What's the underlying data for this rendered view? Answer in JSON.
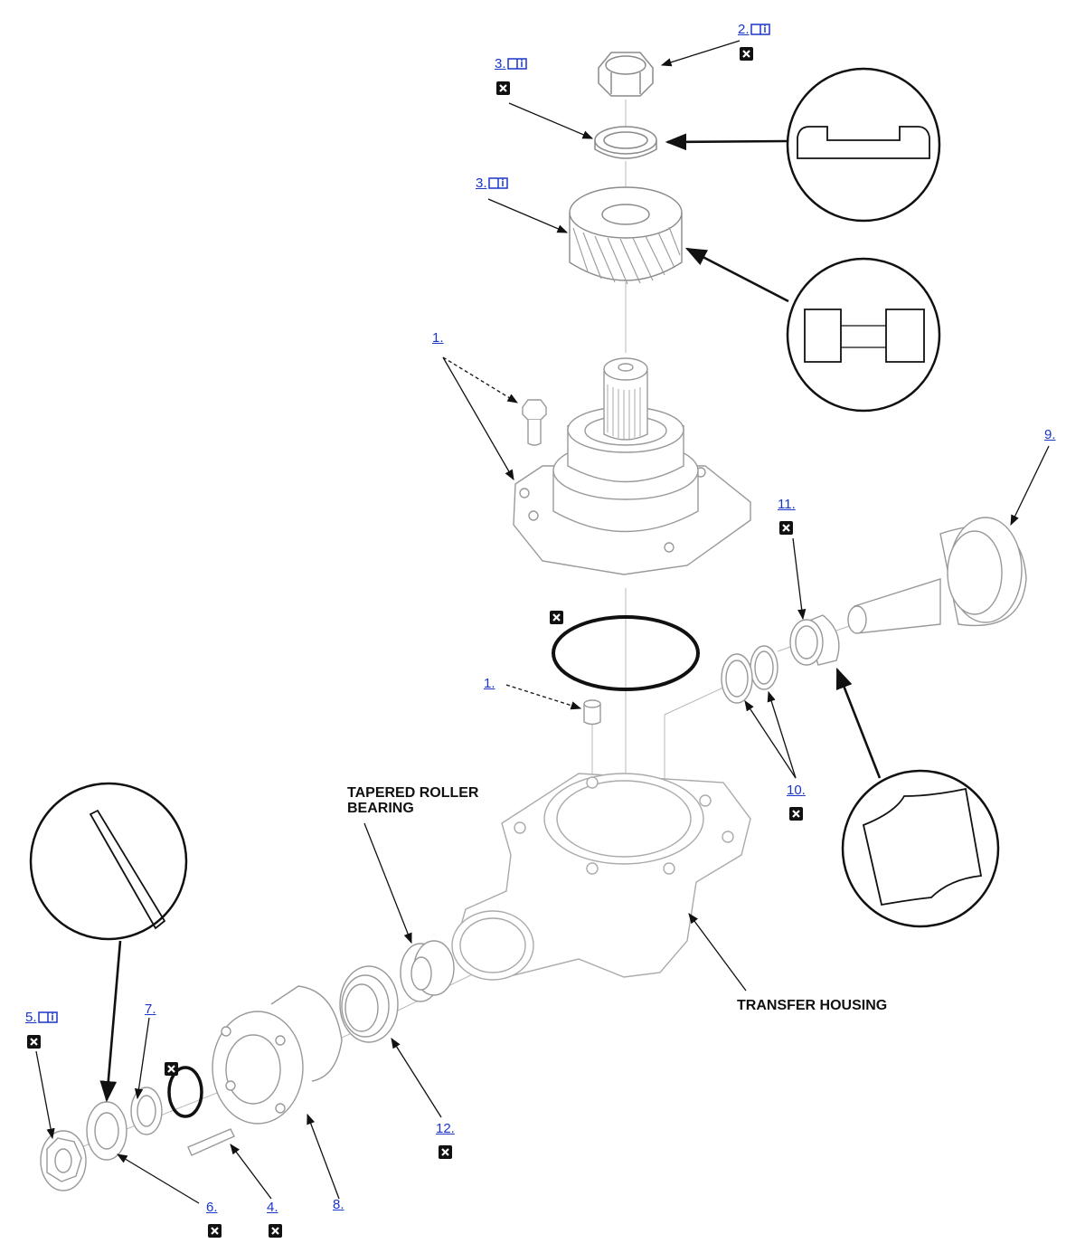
{
  "callouts": {
    "c1a": "1.",
    "c1b": "1.",
    "c2": "2.",
    "c3a": "3.",
    "c3b": "3.",
    "c4": "4.",
    "c5": "5.",
    "c6": "6.",
    "c7": "7.",
    "c8": "8.",
    "c9": "9.",
    "c10": "10.",
    "c11": "11.",
    "c12": "12."
  },
  "labels": {
    "tapered_bearing_line1": "TAPERED ROLLER",
    "tapered_bearing_line2": "BEARING",
    "transfer_housing": "TRANSFER HOUSING"
  },
  "colors": {
    "link": "#1a35c8",
    "line_art": "#9a9a9a",
    "leader": "#111111",
    "replace_icon_bg": "#111111"
  },
  "icons": {
    "info_book": "book-info-icon",
    "replace_part": "replace-part-icon"
  }
}
